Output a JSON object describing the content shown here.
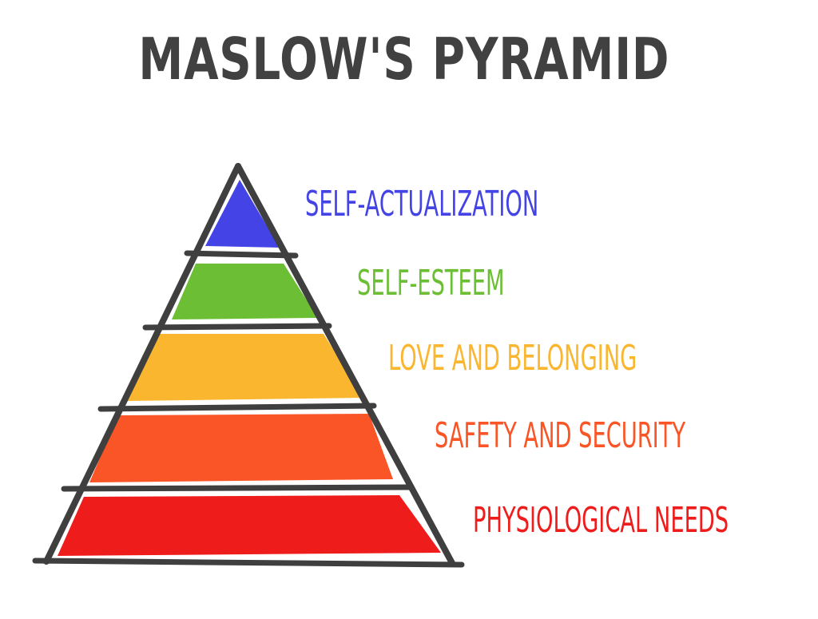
{
  "title": "MASLOW'S PYRAMID",
  "levels": [
    {
      "label": "SELF-ACTUALIZATION",
      "color": "#4444e6"
    },
    {
      "label": "SELF-ESTEEM",
      "color": "#6cbf35"
    },
    {
      "label": "LOVE AND BELONGING",
      "color": "#fbb630"
    },
    {
      "label": "SAFETY AND SECURITY",
      "color": "#fa5526"
    },
    {
      "label": "PHYSIOLOGICAL NEEDS",
      "color": "#ef1c1c"
    }
  ],
  "colors": {
    "outline": "#3f3f3f",
    "title": "#414141"
  }
}
